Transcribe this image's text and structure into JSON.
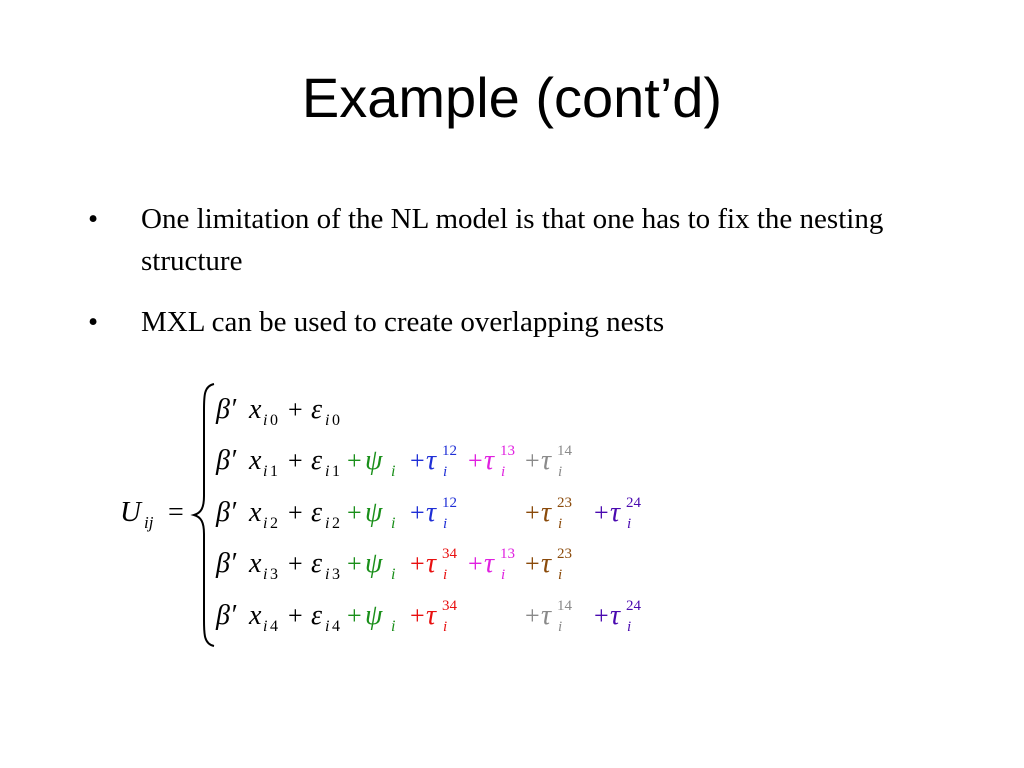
{
  "slide": {
    "title": "Example (cont’d)",
    "bullet_symbol": "•",
    "bullets": [
      "One limitation of the NL model is that one has to fix the nesting structure",
      "MXL can be used to create overlapping nests"
    ]
  },
  "equation": {
    "lhs_symbol": "U",
    "lhs_subscript": "ij",
    "equals": "=",
    "beta_prime": "β′",
    "x": "x",
    "plus": "+",
    "epsilon": "ε",
    "psi": "ψ",
    "tau": "τ",
    "i": "i",
    "rows": [
      {
        "index": "0",
        "terms": []
      },
      {
        "index": "1",
        "terms": [
          "psi",
          "12",
          "13",
          "14"
        ]
      },
      {
        "index": "2",
        "terms": [
          "psi",
          "12",
          "23",
          "24"
        ]
      },
      {
        "index": "3",
        "terms": [
          "psi",
          "34",
          "13",
          "23"
        ]
      },
      {
        "index": "4",
        "terms": [
          "psi",
          "34",
          "14",
          "24"
        ]
      }
    ],
    "colors": {
      "psi": "#1a8f1a",
      "12": "#1f2fd6",
      "13": "#e020e0",
      "14": "#8a8a8a",
      "23": "#8a4a0a",
      "24": "#4a0ab0",
      "34": "#e81010"
    }
  }
}
